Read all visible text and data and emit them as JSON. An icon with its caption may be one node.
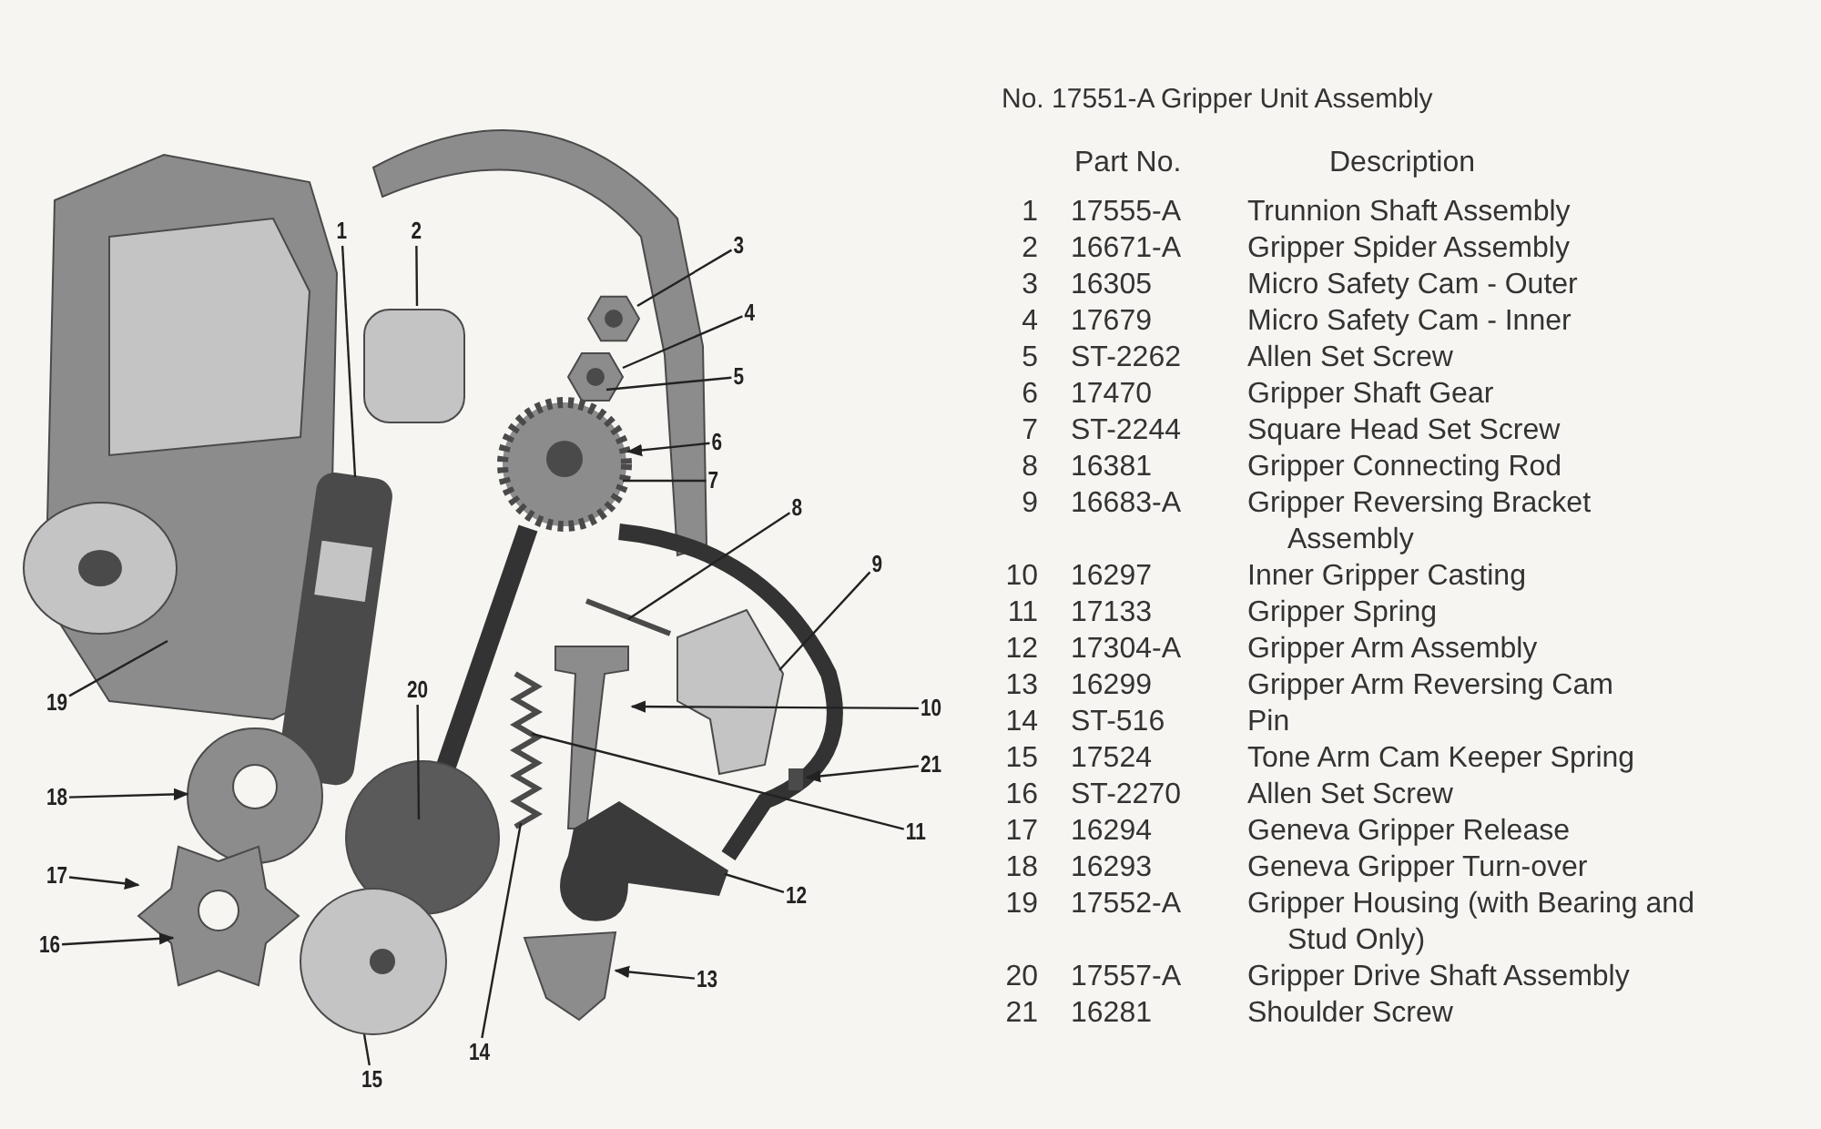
{
  "diagram": {
    "title": "No. 17551-A Gripper Unit Assembly",
    "nodes": [
      {
        "text": [
          "1"
        ]
      },
      {
        "text": [
          "2"
        ]
      },
      {
        "text": [
          "3"
        ]
      },
      {
        "text": [
          "4"
        ]
      },
      {
        "text": [
          "5"
        ]
      },
      {
        "text": [
          "6"
        ]
      },
      {
        "text": [
          "7"
        ]
      },
      {
        "text": [
          "8"
        ]
      },
      {
        "text": [
          "9"
        ]
      },
      {
        "text": [
          "10"
        ]
      },
      {
        "text": [
          "11"
        ]
      },
      {
        "text": [
          "12"
        ]
      },
      {
        "text": [
          "13"
        ]
      },
      {
        "text": [
          "14"
        ]
      },
      {
        "text": [
          "15"
        ]
      },
      {
        "text": [
          "16"
        ]
      },
      {
        "text": [
          "17"
        ]
      },
      {
        "text": [
          "18"
        ]
      },
      {
        "text": [
          "19"
        ]
      },
      {
        "text": [
          "20"
        ]
      },
      {
        "text": [
          "21"
        ]
      }
    ],
    "edges": [
      {
        "from": 0,
        "to": null,
        "arrow": "none"
      },
      {
        "from": 1,
        "to": null,
        "arrow": "none"
      },
      {
        "from": 2,
        "to": null,
        "arrow": "none"
      },
      {
        "from": 3,
        "to": null,
        "arrow": "none"
      },
      {
        "from": 4,
        "to": null,
        "arrow": "none"
      },
      {
        "from": 5,
        "to": null,
        "arrow": "to"
      },
      {
        "from": 6,
        "to": null,
        "arrow": "none"
      },
      {
        "from": 7,
        "to": null,
        "arrow": "none"
      },
      {
        "from": 8,
        "to": null,
        "arrow": "none"
      },
      {
        "from": 9,
        "to": null,
        "arrow": "to"
      },
      {
        "from": 10,
        "to": null,
        "arrow": "none"
      },
      {
        "from": 11,
        "to": null,
        "arrow": "none"
      },
      {
        "from": 12,
        "to": null,
        "arrow": "to"
      },
      {
        "from": 13,
        "to": null,
        "arrow": "none"
      },
      {
        "from": 14,
        "to": null,
        "arrow": "none"
      },
      {
        "from": 15,
        "to": null,
        "arrow": "to"
      },
      {
        "from": 16,
        "to": null,
        "arrow": "to"
      },
      {
        "from": 17,
        "to": null,
        "arrow": "to"
      },
      {
        "from": 18,
        "to": null,
        "arrow": "none"
      },
      {
        "from": 19,
        "to": null,
        "arrow": "none"
      },
      {
        "from": 20,
        "to": null,
        "arrow": "to"
      }
    ],
    "labels": [
      "Part No.",
      "Description",
      "1",
      "17555-A",
      "Trunnion Shaft Assembly",
      "2",
      "16671-A",
      "Gripper Spider Assembly",
      "3",
      "16305",
      "Micro Safety Cam - Outer",
      "4",
      "17679",
      "Micro Safety Cam - Inner",
      "5",
      "ST-2262",
      "Allen Set Screw",
      "6",
      "17470",
      "Gripper Shaft Gear",
      "7",
      "ST-2244",
      "Square Head Set Screw",
      "8",
      "16381",
      "Gripper Connecting Rod",
      "9",
      "16683-A",
      "Gripper Reversing Bracket Assembly",
      "10",
      "16297",
      "Inner Gripper Casting",
      "11",
      "17133",
      "Gripper Spring",
      "12",
      "17304-A",
      "Gripper Arm Assembly",
      "13",
      "16299",
      "Gripper Arm Reversing Cam",
      "14",
      "ST-516",
      "Pin",
      "15",
      "17524",
      "Tone Arm Cam Keeper Spring",
      "16",
      "ST-2270",
      "Allen Set Screw",
      "17",
      "16294",
      "Geneva Gripper Release",
      "18",
      "16293",
      "Geneva Gripper Turn-over",
      "19",
      "17552-A",
      "Gripper Housing (with Bearing and Stud Only)",
      "20",
      "17557-A",
      "Gripper Drive Shaft Assembly",
      "21",
      "16281",
      "Shoulder Screw"
    ]
  }
}
